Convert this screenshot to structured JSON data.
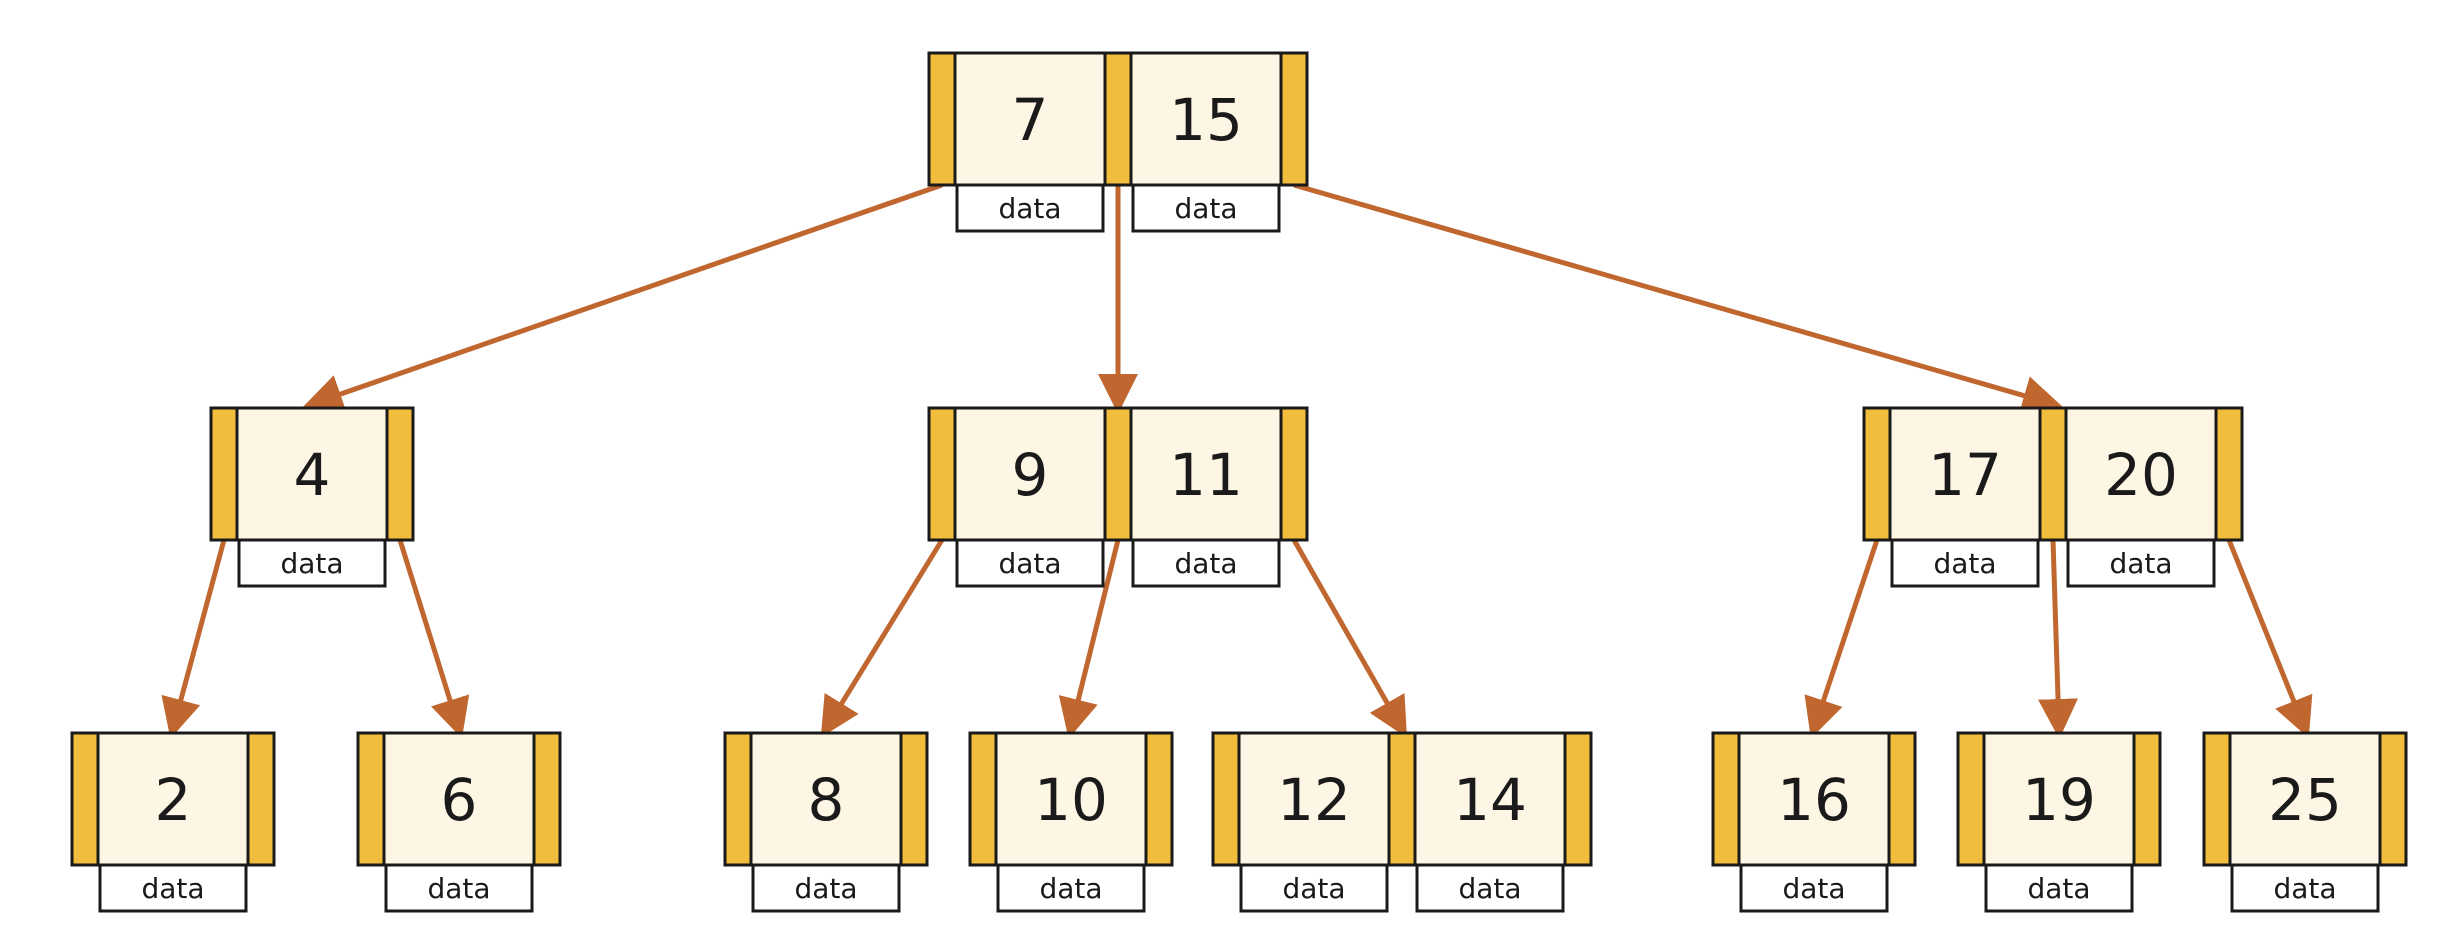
{
  "colors": {
    "pointer": "#f2bd3c",
    "key": "#fdf6e4",
    "edge": "#c0672f",
    "border": "#1a1a1a"
  },
  "data_label": "data",
  "nodes": [
    {
      "id": "root",
      "keys": [
        "7",
        "15"
      ]
    },
    {
      "id": "n4",
      "keys": [
        "4"
      ]
    },
    {
      "id": "n9",
      "keys": [
        "9",
        "11"
      ]
    },
    {
      "id": "n17",
      "keys": [
        "17",
        "20"
      ]
    },
    {
      "id": "n2",
      "keys": [
        "2"
      ]
    },
    {
      "id": "n6",
      "keys": [
        "6"
      ]
    },
    {
      "id": "n8",
      "keys": [
        "8"
      ]
    },
    {
      "id": "n10",
      "keys": [
        "10"
      ]
    },
    {
      "id": "n12",
      "keys": [
        "12",
        "14"
      ]
    },
    {
      "id": "n16",
      "keys": [
        "16"
      ]
    },
    {
      "id": "n19",
      "keys": [
        "19"
      ]
    },
    {
      "id": "n25",
      "keys": [
        "25"
      ]
    }
  ],
  "edges": [
    {
      "from": "root",
      "ptr": 0,
      "to": "n4"
    },
    {
      "from": "root",
      "ptr": 1,
      "to": "n9"
    },
    {
      "from": "root",
      "ptr": 2,
      "to": "n17"
    },
    {
      "from": "n4",
      "ptr": 0,
      "to": "n2"
    },
    {
      "from": "n4",
      "ptr": 1,
      "to": "n6"
    },
    {
      "from": "n9",
      "ptr": 0,
      "to": "n8"
    },
    {
      "from": "n9",
      "ptr": 1,
      "to": "n10"
    },
    {
      "from": "n9",
      "ptr": 2,
      "to": "n12"
    },
    {
      "from": "n17",
      "ptr": 0,
      "to": "n16"
    },
    {
      "from": "n17",
      "ptr": 1,
      "to": "n19"
    },
    {
      "from": "n17",
      "ptr": 2,
      "to": "n25"
    }
  ]
}
